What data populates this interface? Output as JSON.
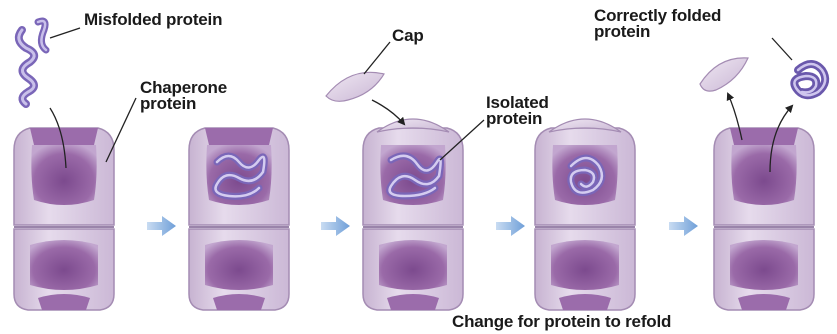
{
  "labels": {
    "misfolded": "Misfolded protein",
    "chaperone": [
      "Chaperone",
      "protein"
    ],
    "cap": "Cap",
    "isolated": [
      "Isolated",
      "protein"
    ],
    "correct": [
      "Correctly folded",
      "protein"
    ],
    "change": "Change for protein to refold"
  },
  "colors": {
    "chamber_body": "#d8c8e0",
    "chamber_cavity": "#8a5a98",
    "protein": "#7a66b8",
    "arrow": "#8fb4e2"
  },
  "icons": [
    "chaperone-chamber",
    "protein-coil",
    "cap-lid",
    "step-arrow"
  ]
}
